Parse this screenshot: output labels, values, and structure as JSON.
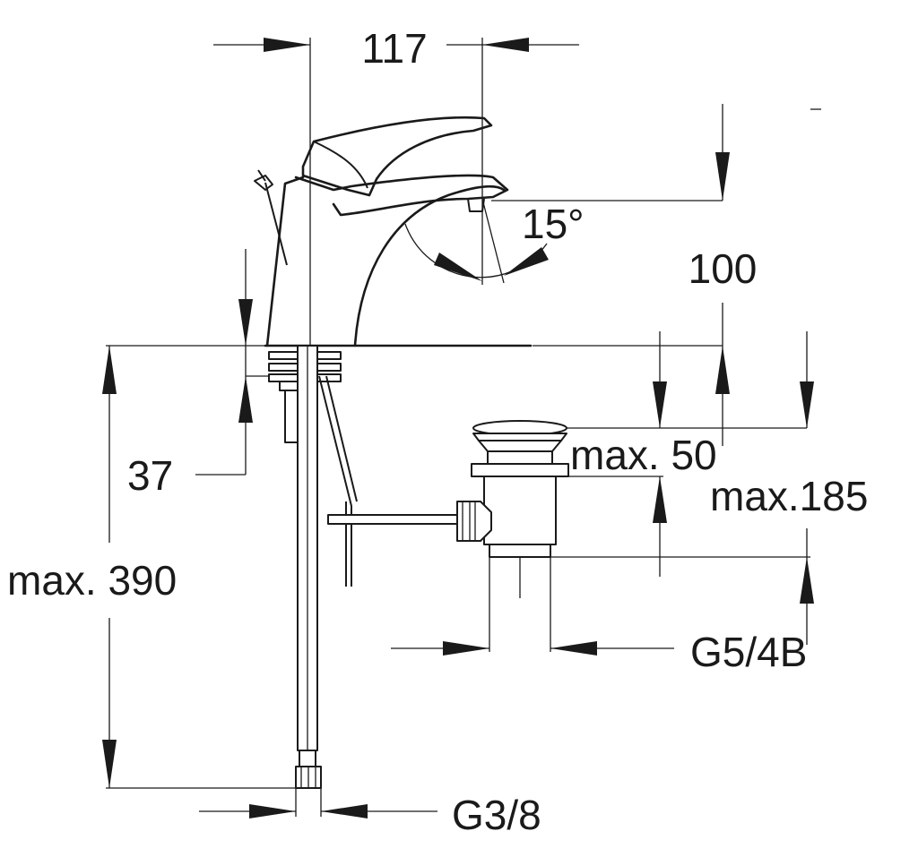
{
  "colors": {
    "ink": "#1a1a1a",
    "background": "#ffffff"
  },
  "dimensions": {
    "spout_reach": "117",
    "angle": "15°",
    "spout_height": "100",
    "basin_thickness": "37",
    "waste_min": "max. 50",
    "waste_max": "max.185",
    "hose_length": "max. 390",
    "waste_thread": "G5/4B",
    "hose_thread": "G3/8"
  }
}
